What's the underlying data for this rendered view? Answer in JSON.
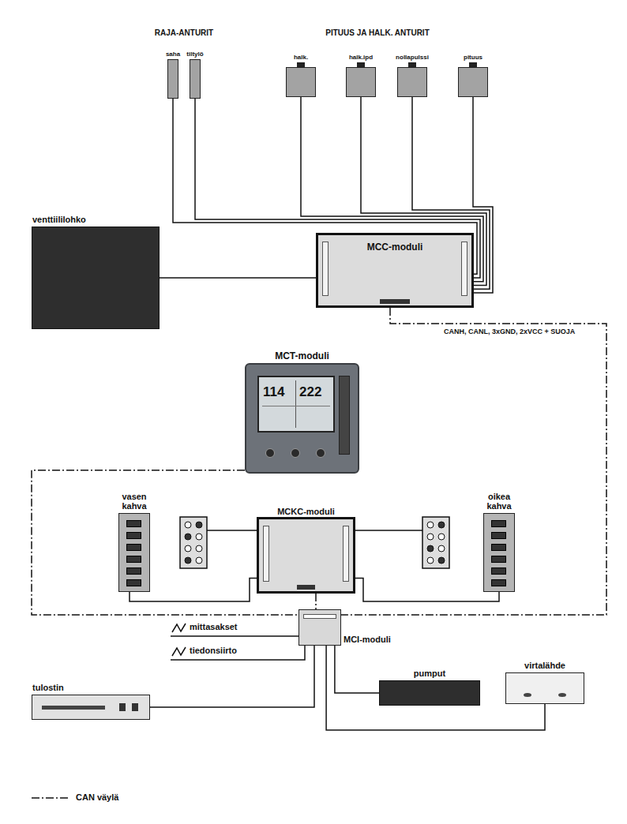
{
  "diagram": {
    "nodes": [
      {
        "text": [
          "saha"
        ]
      },
      {
        "text": [
          "tiltylö"
        ]
      },
      {
        "text": [
          "halk."
        ]
      },
      {
        "text": [
          "halk.ipd"
        ]
      },
      {
        "text": [
          "nollapulssi"
        ]
      },
      {
        "text": [
          "pituus"
        ]
      },
      {
        "text": [
          "venttiililohko"
        ]
      },
      {
        "text": [
          "MCC-moduli"
        ]
      },
      {
        "text": [
          "MCT-moduli",
          "114",
          "222"
        ]
      },
      {
        "text": [
          "vasen kahva"
        ]
      },
      {
        "text": [
          "MCKC-moduli"
        ]
      },
      {
        "text": [
          "oikea kahva"
        ]
      },
      {
        "text": [
          "MCI-moduli"
        ]
      },
      {
        "text": [
          "tulostin"
        ]
      },
      {
        "text": [
          "pumput"
        ]
      },
      {
        "text": [
          "virtalähde"
        ]
      }
    ],
    "edges": [
      {
        "from": 0,
        "to": 7,
        "arrow": "none"
      },
      {
        "from": 1,
        "to": 7,
        "arrow": "none"
      },
      {
        "from": 2,
        "to": 7,
        "arrow": "none"
      },
      {
        "from": 3,
        "to": 7,
        "arrow": "none"
      },
      {
        "from": 4,
        "to": 7,
        "arrow": "none"
      },
      {
        "from": 5,
        "to": 7,
        "arrow": "none"
      },
      {
        "from": 6,
        "to": 7,
        "arrow": "none"
      },
      {
        "from": 7,
        "to": 12,
        "label": "CANH, CANL, 3xGND, 2xVCC + SUOJA",
        "arrow": "none"
      },
      {
        "from": 8,
        "to": 12,
        "arrow": "none"
      },
      {
        "from": 9,
        "to": 10,
        "arrow": "none"
      },
      {
        "from": 11,
        "to": 10,
        "arrow": "none"
      },
      {
        "from": 10,
        "to": 12,
        "arrow": "none"
      },
      {
        "from": 12,
        "to": 13,
        "arrow": "none"
      },
      {
        "from": 12,
        "to": 14,
        "arrow": "none"
      },
      {
        "from": 12,
        "to": 15,
        "arrow": "none"
      }
    ],
    "labels": [
      "RAJA-ANTURIT",
      "PITUUS JA HALK. ANTURIT",
      "mittasakset",
      "tiedonsiirto"
    ],
    "legend": [
      {
        "text": "CAN väylä"
      }
    ]
  }
}
